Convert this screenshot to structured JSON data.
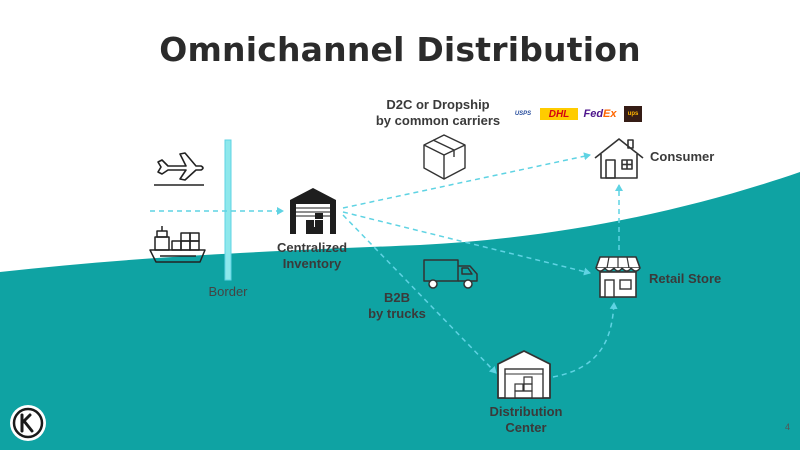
{
  "slide": {
    "title": "Omnichannel Distribution",
    "page_number": "4",
    "colors": {
      "teal": "#0fa3a3",
      "arrow": "#5fd3e3",
      "text": "#2b2b2b",
      "border_bar": "#8ee8ec"
    }
  },
  "nodes": {
    "border": {
      "label": "Border"
    },
    "centralized_inventory": {
      "line1": "Centralized",
      "line2": "Inventory"
    },
    "d2c": {
      "line1": "D2C or Dropship",
      "line2": "by common carriers"
    },
    "consumer": {
      "label": "Consumer"
    },
    "retail_store": {
      "label": "Retail Store"
    },
    "b2b": {
      "line1": "B2B",
      "line2": "by trucks"
    },
    "distribution_center": {
      "line1": "Distribution",
      "line2": "Center"
    }
  },
  "carriers": {
    "usps": "USPS",
    "dhl": "DHL",
    "fedex_fed": "Fed",
    "fedex_ex": "Ex",
    "ups": "ups"
  },
  "icons": [
    "airplane-icon",
    "cargo-ship-icon",
    "warehouse-icon",
    "box-icon",
    "truck-icon",
    "house-icon",
    "store-icon",
    "logo-icon"
  ]
}
